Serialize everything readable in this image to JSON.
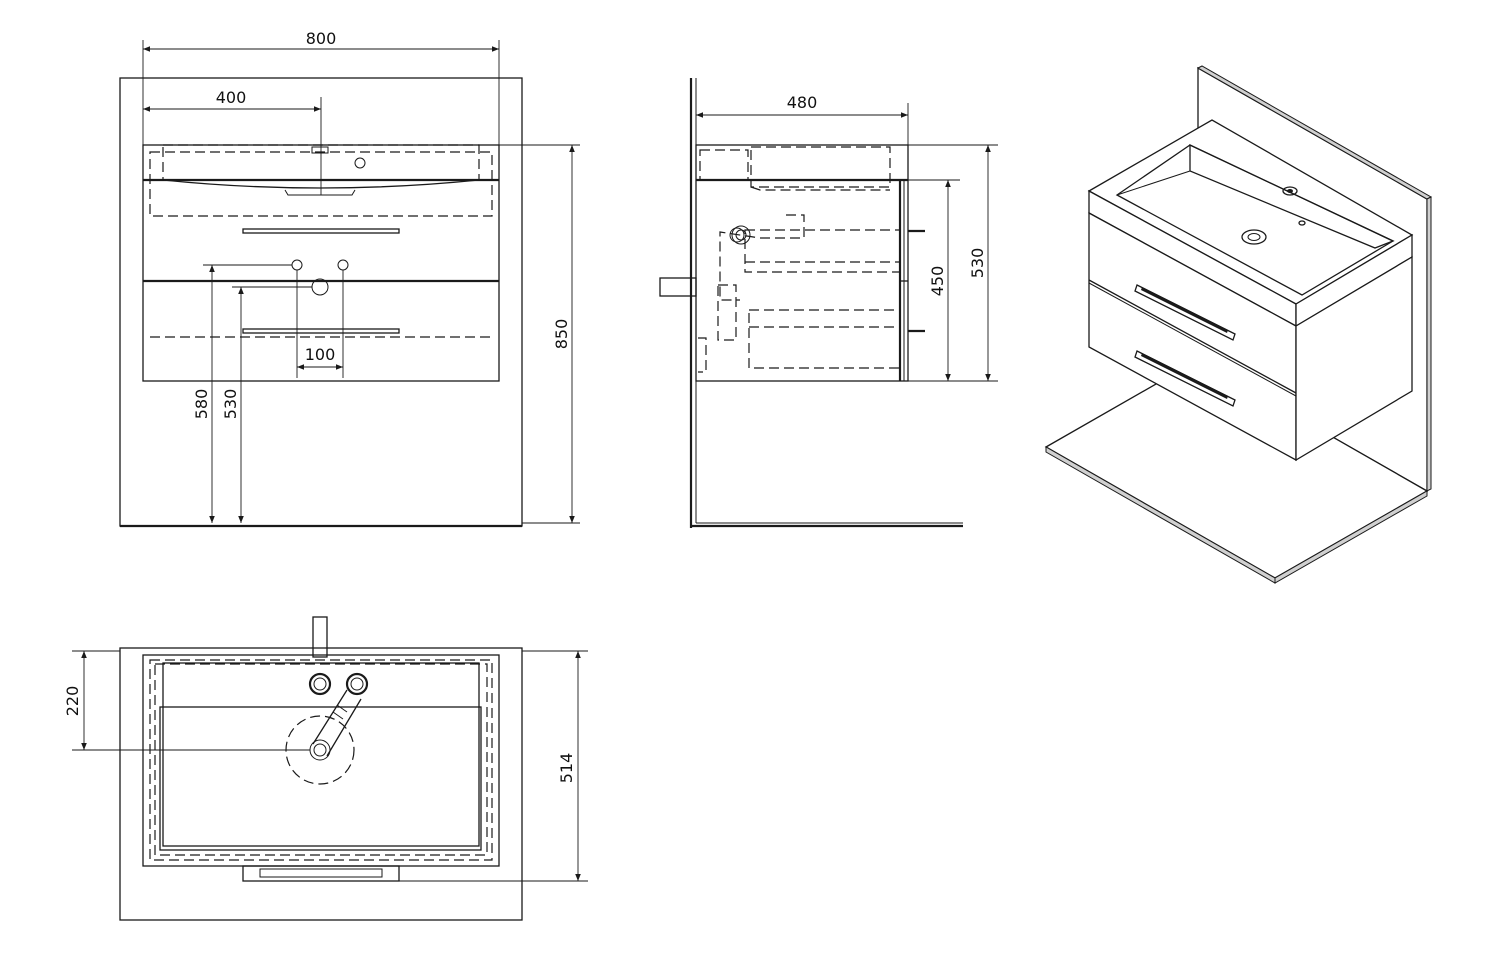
{
  "dimensions": {
    "front_width": "800",
    "front_half": "400",
    "front_hole_spacing": "100",
    "front_total_height": "850",
    "front_height_580": "580",
    "front_height_530": "530",
    "side_depth": "480",
    "side_height_530": "530",
    "side_height_450": "450",
    "top_depth": "514",
    "top_drain_offset": "220"
  }
}
